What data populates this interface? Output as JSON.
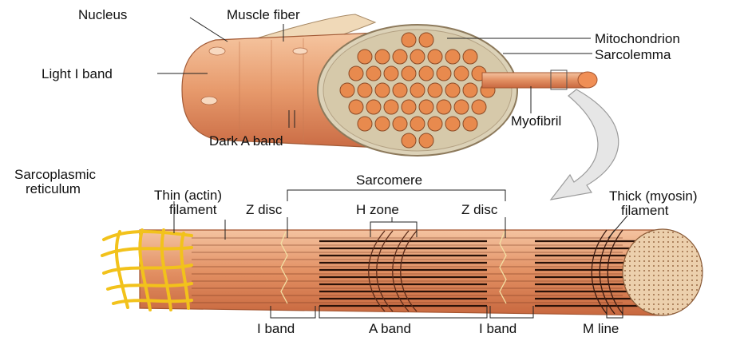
{
  "labels": {
    "nucleus": "Nucleus",
    "muscle_fiber": "Muscle fiber",
    "mitochondrion": "Mitochondrion",
    "sarcolemma": "Sarcolemma",
    "light_i_band": "Light I band",
    "myofibril": "Myofibril",
    "dark_a_band": "Dark A band",
    "sarcoplasmic_line1": "Sarcoplasmic",
    "sarcoplasmic_line2": "reticulum",
    "thin_line1": "Thin (actin)",
    "thin_line2": "filament",
    "sarcomere": "Sarcomere",
    "z_disc_left": "Z disc",
    "h_zone": "H zone",
    "z_disc_right": "Z disc",
    "thick_line1": "Thick (myosin)",
    "thick_line2": "filament",
    "i_band_left": "I band",
    "a_band": "A band",
    "i_band_right": "I band",
    "m_line": "M line"
  },
  "colors": {
    "fiber_light": "#f3b68c",
    "fiber_mid": "#e08a5e",
    "fiber_dark": "#c9653d",
    "cross_section": "#d9cfb5",
    "myofibril_fill": "#e88a4e",
    "reticulum": "#f2c21b",
    "end_cap": "#e9c9a3"
  }
}
